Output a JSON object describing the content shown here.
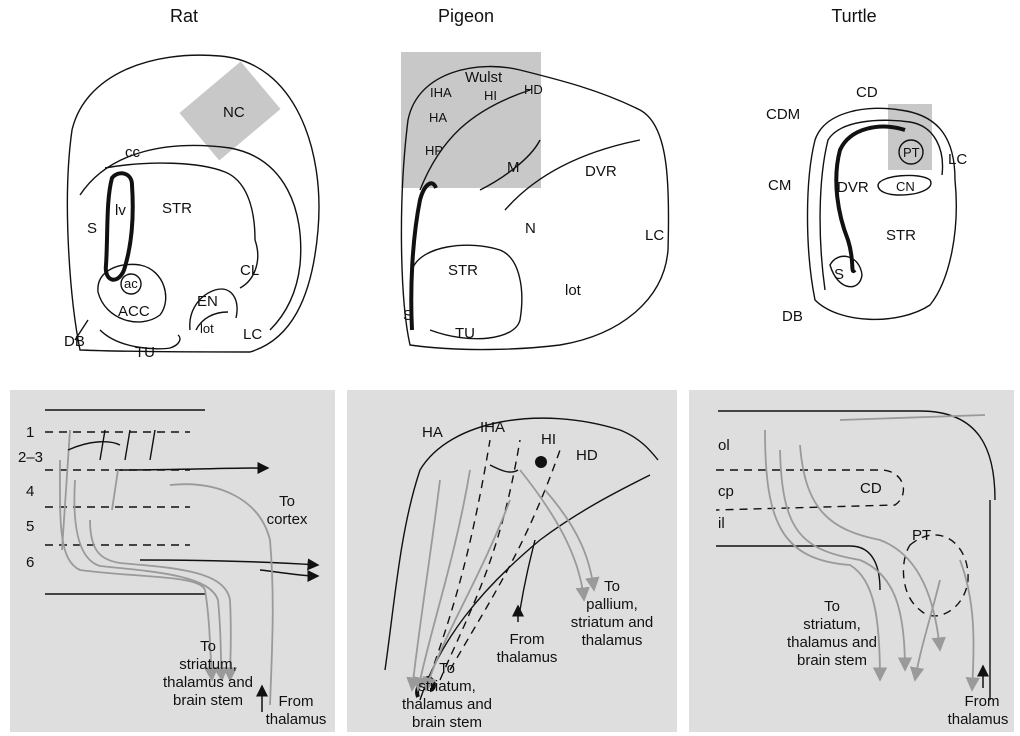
{
  "titles": {
    "rat": "Rat",
    "pigeon": "Pigeon",
    "turtle": "Turtle"
  },
  "rat_top": {
    "NC": "NC",
    "cc": "cc",
    "lv": "lv",
    "S": "S",
    "STR": "STR",
    "ac": "ac",
    "ACC": "ACC",
    "CL": "CL",
    "EN": "EN",
    "lot": "lot",
    "LC": "LC",
    "DB": "DB",
    "TU": "TU"
  },
  "pigeon_top": {
    "Wulst": "Wulst",
    "IHA": "IHA",
    "HI": "HI",
    "HD": "HD",
    "HA": "HA",
    "HP": "HP",
    "M": "M",
    "DVR": "DVR",
    "N": "N",
    "STR": "STR",
    "LC": "LC",
    "lot": "lot",
    "S": "S",
    "TU": "TU"
  },
  "turtle_top": {
    "CD": "CD",
    "CDM": "CDM",
    "PT": "PT",
    "LC": "LC",
    "CM": "CM",
    "DVR": "DVR",
    "CN": "CN",
    "S": "S",
    "STR": "STR",
    "DB": "DB"
  },
  "rat_bottom": {
    "layers": [
      "1",
      "2–3",
      "4",
      "5",
      "6"
    ],
    "to_cortex": [
      "To",
      "cortex"
    ],
    "to_striatum": [
      "To",
      "striatum,",
      "thalamus and",
      "brain stem"
    ],
    "from_thalamus": [
      "From",
      "thalamus"
    ]
  },
  "pigeon_bottom": {
    "HA": "HA",
    "IHA": "IHA",
    "HI": "HI",
    "HD": "HD",
    "to_pallium": [
      "To",
      "pallium,",
      "striatum and",
      "thalamus"
    ],
    "from_thalamus": [
      "From",
      "thalamus"
    ],
    "to_striatum": [
      "To",
      "striatum,",
      "thalamus and",
      "brain stem"
    ]
  },
  "turtle_bottom": {
    "ol": "ol",
    "cp": "cp",
    "il": "il",
    "CD": "CD",
    "PT": "PT",
    "to_striatum": [
      "To",
      "striatum,",
      "thalamus and",
      "brain stem"
    ],
    "from_thalamus": [
      "From",
      "thalamus"
    ]
  },
  "colors": {
    "panel_bg": "#dedede",
    "highlight_box": "#c8c8c8",
    "neuron_grey": "#9a9a9a",
    "ink": "#111111"
  }
}
